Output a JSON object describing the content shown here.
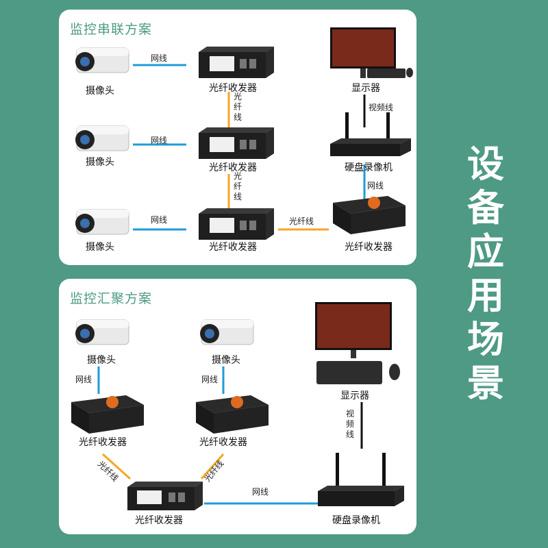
{
  "side_title": [
    "设",
    "备",
    "应",
    "用",
    "场",
    "景"
  ],
  "panel1": {
    "title": "监控串联方案",
    "camera_label": "摄像头",
    "transceiver_label": "光纤收发器",
    "monitor_label": "显示器",
    "nvr_label": "硬盘录像机",
    "net_cable": "网线",
    "fiber_cable": "光纤线",
    "fiber_vertical": [
      "光",
      "纤",
      "线"
    ],
    "video_cable": "视频线"
  },
  "panel2": {
    "title": "监控汇聚方案",
    "camera_label": "摄像头",
    "transceiver_label": "光纤收发器",
    "monitor_label": "显示器",
    "nvr_label": "硬盘录像机",
    "net_cable": "网线",
    "fiber_cable": "光纤线",
    "video_vertical": [
      "视",
      "频",
      "线"
    ]
  },
  "colors": {
    "background": "#4e9a84",
    "net": "#1e9bd8",
    "fiber": "#f5a623",
    "video": "#111111"
  }
}
